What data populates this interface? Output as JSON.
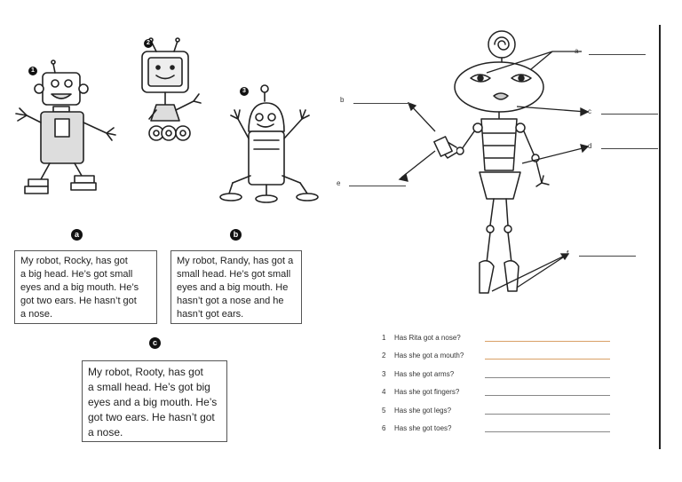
{
  "markers": {
    "a": "a",
    "b": "b",
    "c": "c",
    "one": "1",
    "two": "2",
    "three": "3"
  },
  "texts": {
    "a": [
      "My robot, Rocky, has got",
      "a big head. He’s got small",
      "eyes and a big mouth. He’s",
      "got two ears. He hasn’t got",
      "a nose."
    ],
    "b": [
      "My robot, Randy, has got a",
      "small head. He’s got small",
      "eyes and a big mouth. He",
      "hasn’t got a nose and he",
      "hasn’t got ears."
    ],
    "c": [
      "My robot, Rooty, has got",
      "a small head. He’s got big",
      "eyes and a big mouth. He’s",
      "got two ears. He hasn’t got",
      "a nose."
    ]
  },
  "labels": {
    "a": "a",
    "b": "b",
    "c": "c",
    "d": "d",
    "e": "e",
    "f": "f"
  },
  "questions": [
    {
      "num": "1",
      "text": "Has Rita got a nose?"
    },
    {
      "num": "2",
      "text": "Has she got a mouth?"
    },
    {
      "num": "3",
      "text": "Has she got arms?"
    },
    {
      "num": "4",
      "text": "Has she got fingers?"
    },
    {
      "num": "5",
      "text": "Has she got legs?"
    },
    {
      "num": "6",
      "text": "Has she got toes?"
    }
  ],
  "colors": {
    "line": "#222222",
    "answer_line_orange": "#d9a066",
    "answer_line_gray": "#888888"
  }
}
